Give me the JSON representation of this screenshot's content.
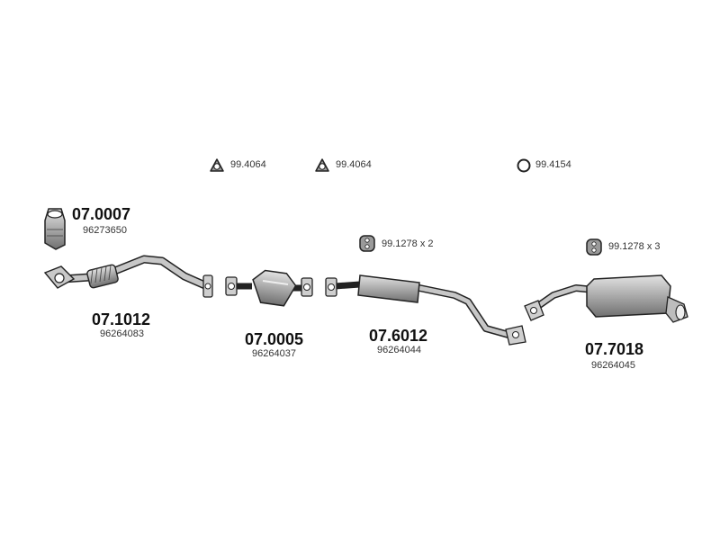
{
  "colors": {
    "outline": "#2a2a2a",
    "fill": "#b9b9b9",
    "shade": "#8d8d8d",
    "text": "#111111"
  },
  "accessories": [
    {
      "icon": "triangle-gasket-icon",
      "label": "99.4064"
    },
    {
      "icon": "triangle-gasket-icon",
      "label": "99.4064"
    },
    {
      "icon": "ring-gasket-icon",
      "label": "99.4154"
    },
    {
      "icon": "rubber-hanger-icon",
      "label": "99.1278 x 2"
    },
    {
      "icon": "rubber-hanger-icon",
      "label": "99.1278 x 3"
    }
  ],
  "parts": [
    {
      "code": "07.0007",
      "oem": "96273650"
    },
    {
      "code": "07.1012",
      "oem": "96264083"
    },
    {
      "code": "07.0005",
      "oem": "96264037"
    },
    {
      "code": "07.6012",
      "oem": "96264044"
    },
    {
      "code": "07.7018",
      "oem": "96264045"
    }
  ]
}
